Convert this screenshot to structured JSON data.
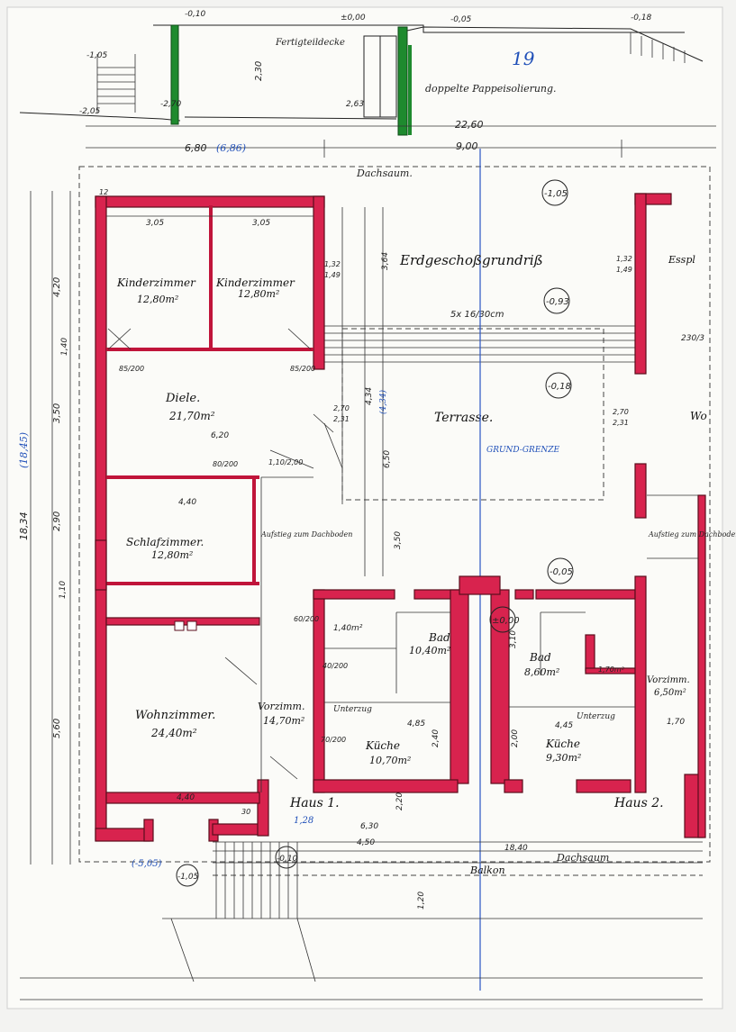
{
  "sheet": {
    "page_number": "19",
    "title": "Erdgeschoßgrundriß"
  },
  "top_section": {
    "labels": {
      "slab": "Fertigteildecke",
      "insulation": "doppelte Pappeisolierung.",
      "h_230": "2,30",
      "h_263": "2,63",
      "lvl_left": "-1,05",
      "lvl_mid": "-2,70",
      "lvl_left2": "-2,05",
      "top_1": "-0,10",
      "top_2": "±0,00",
      "top_3": "-0,05",
      "top_4": "-0,18"
    }
  },
  "overall": {
    "width_total": "22,60",
    "width_left": "6,80",
    "width_left_alt": "(6,86)",
    "width_terrace": "9,00",
    "eave_top": "Dachsaum.",
    "eave_bottom": "Dachsaum",
    "balcony": "Balkon",
    "height_total": "18,34",
    "height_total_alt": "(18,45)",
    "len_1840": "18,40",
    "len_630": "6,30",
    "len_450": "4,50",
    "len_120": "1,20"
  },
  "rooms": [
    {
      "key": "kinder1",
      "name": "Kinderzimmer",
      "area": "12,80m²"
    },
    {
      "key": "kinder2",
      "name": "Kinderzimmer",
      "area": "12,80m²"
    },
    {
      "key": "diele",
      "name": "Diele.",
      "area": "21,70m²"
    },
    {
      "key": "terrasse",
      "name": "Terrasse."
    },
    {
      "key": "schlaf",
      "name": "Schlafzimmer.",
      "area": "12,80m²"
    },
    {
      "key": "wohn",
      "name": "Wohnzimmer.",
      "area": "24,40m²"
    },
    {
      "key": "vorzimm",
      "name": "Vorzimm.",
      "area": "14,70m²"
    },
    {
      "key": "bad1",
      "name": "Bad",
      "area": "10,40m²"
    },
    {
      "key": "kueche1",
      "name": "Küche",
      "area": "10,70m²"
    },
    {
      "key": "bad2",
      "name": "Bad",
      "area": "8,60m²"
    },
    {
      "key": "kueche2",
      "name": "Küche",
      "area": "9,30m²"
    },
    {
      "key": "vorzimm2",
      "name": "Vorzimm.",
      "area": "6,50m²"
    }
  ],
  "houses": {
    "house1": "Haus 1.",
    "house2": "Haus 2.",
    "house1_level": "1,28"
  },
  "notes": {
    "stairs": "5x 16/30cm",
    "boundary": "GRUND-GRENZE",
    "attic_stair_1": "Aufstieg zum Dachboden",
    "attic_stair_2": "Aufstieg zum Dachboden",
    "beam_1": "Unterzug",
    "beam_2": "Unterzug",
    "wc": "1,40m²",
    "wc2": "1,70m²",
    "right_edge_1": "Esspl",
    "right_edge_2": "Wo",
    "right_edge_3": "230/3"
  },
  "levels": {
    "l1": "-1,05",
    "l2": "-0,93",
    "l3": "-0,18",
    "l4": "-0,05",
    "l5": "±0,00",
    "l6": "-0,10",
    "l7": "-1,05",
    "l8": "(-5,05)"
  },
  "dims": {
    "d305a": "3,05",
    "d305b": "3,05",
    "d620": "6,20",
    "d440a": "4,40",
    "d440b": "4,40",
    "d420": "4,20",
    "d350": "3,50",
    "d290": "2,90",
    "d560": "5,60",
    "d110": "1,10",
    "d140": "1,40",
    "d364": "3,64",
    "d434": "4,34",
    "d434b": "(4,34)",
    "d650": "6,50",
    "d350b": "3,50",
    "d485": "4,85",
    "d445": "4,45",
    "d310": "3,10",
    "d240": "2,40",
    "d200": "2,00",
    "d220": "2,20",
    "d170": "1,70",
    "d132a": "1,32",
    "d149a": "1,49",
    "d132b": "1,32",
    "d149b": "1,49",
    "d270a": "2,70",
    "d231a": "2,31",
    "d270b": "2,70",
    "d231b": "2,31",
    "d110_200": "1,10/2,00",
    "d80_200": "80/200",
    "d85_200": "85/200",
    "d85_200b": "85/200",
    "d40_200": "40/200",
    "d60_200": "60/200",
    "d70_200": "70/200",
    "d12": "12",
    "d30": "30"
  }
}
